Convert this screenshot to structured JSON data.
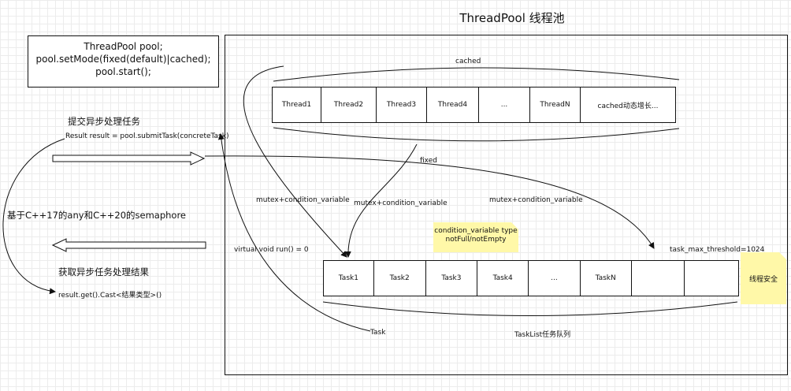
{
  "title": "ThreadPool 线程池",
  "code_box": {
    "line1": "ThreadPool pool;",
    "line2": "pool.setMode(fixed(default)|cached);",
    "line3": "pool.start();"
  },
  "threads": [
    "Thread1",
    "Thread2",
    "Thread3",
    "Thread4",
    "...",
    "ThreadN",
    "cached动态增长..."
  ],
  "tasks": [
    "Task1",
    "Task2",
    "Task3",
    "Task4",
    "...",
    "TaskN",
    "",
    ""
  ],
  "labels": {
    "cached": "cached",
    "fixed": "fixed",
    "mutex_cv_1": "mutex+condition_variable",
    "mutex_cv_2": "mutex+condition_variable",
    "mutex_cv_3": "mutex+condition_variable",
    "submit_heading": "提交异步处理任务",
    "submit_call": "Result result = pool.submitTask(concreteTask)",
    "any_semaphore": "基于C++17的any和C++20的semaphore",
    "get_heading": "获取异步任务处理结果",
    "get_call": "result.get().Cast<结果类型>()",
    "virtual_run": "virtual void run() = 0",
    "threshold": "task_max_threshold=1024",
    "task": "Task",
    "tasklist": "TaskList任务队列"
  },
  "notes": {
    "cv_type_1": "condition_variable type",
    "cv_type_2": "notFull/notEmpty",
    "thread_safe": "线程安全"
  },
  "colors": {
    "note_fill": "#fff8a8",
    "stroke": "#111111"
  }
}
